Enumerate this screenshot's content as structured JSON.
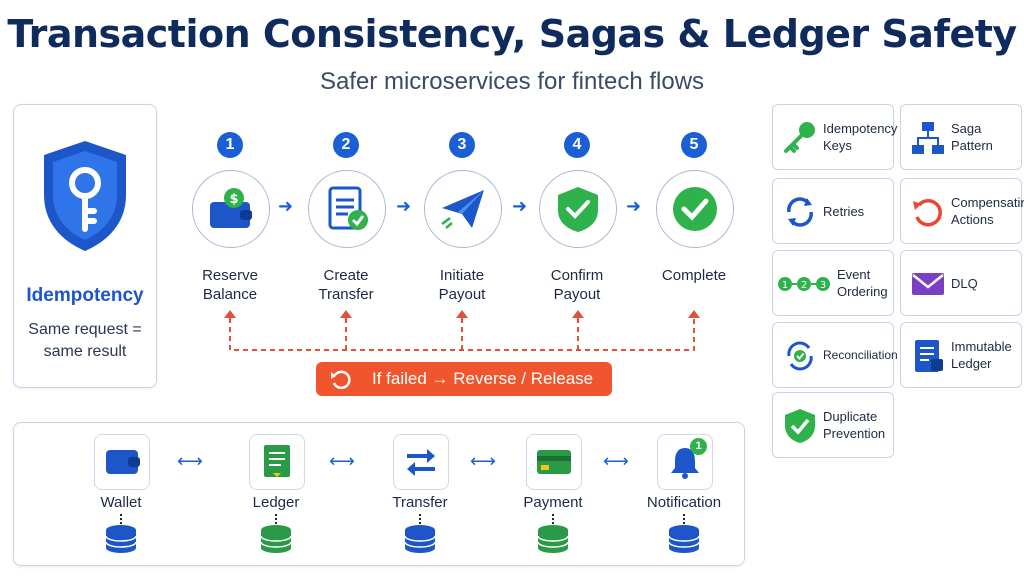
{
  "header": {
    "title": "Transaction Consistency, Sagas & Ledger Safety",
    "subtitle": "Safer microservices for fintech flows"
  },
  "idempotency": {
    "title": "Idempotency",
    "desc_line1": "Same request =",
    "desc_line2": "same result",
    "icon": "shield-key-icon"
  },
  "steps": [
    {
      "num": "1",
      "line1": "Reserve",
      "line2": "Balance",
      "icon": "wallet-icon"
    },
    {
      "num": "2",
      "line1": "Create",
      "line2": "Transfer",
      "icon": "document-check-icon"
    },
    {
      "num": "3",
      "line1": "Initiate",
      "line2": "Payout",
      "icon": "paper-plane-icon"
    },
    {
      "num": "4",
      "line1": "Confirm",
      "line2": "Payout",
      "icon": "shield-check-icon"
    },
    {
      "num": "5",
      "line1": "Complete",
      "line2": "",
      "icon": "check-circle-icon"
    }
  ],
  "fail_banner": "If failed → Reverse / Release",
  "tiles": [
    {
      "line1": "Idempotency",
      "line2": "Keys",
      "icon": "key-icon"
    },
    {
      "line1": "Saga",
      "line2": "Pattern",
      "icon": "flowchart-icon"
    },
    {
      "line1": "Retries",
      "line2": "",
      "icon": "retry-icon"
    },
    {
      "line1": "Compensating",
      "line2": "Actions",
      "icon": "undo-icon"
    },
    {
      "line1": "Event",
      "line2": "Ordering",
      "icon": "ordering-icon"
    },
    {
      "line1": "DLQ",
      "line2": "",
      "icon": "envelope-icon"
    },
    {
      "line1": "Reconciliation",
      "line2": "",
      "icon": "reconciliation-icon"
    },
    {
      "line1": "Immutable",
      "line2": "Ledger",
      "icon": "ledger-book-icon"
    },
    {
      "line1": "Duplicate",
      "line2": "Prevention",
      "icon": "shield-check-icon"
    }
  ],
  "services": [
    {
      "label": "Wallet",
      "icon": "wallet-icon"
    },
    {
      "label": "Ledger",
      "icon": "ledger-icon"
    },
    {
      "label": "Transfer",
      "icon": "transfer-arrows-icon"
    },
    {
      "label": "Payment",
      "icon": "card-icon"
    },
    {
      "label": "Notification",
      "icon": "bell-icon",
      "badge": "1"
    }
  ],
  "colors": {
    "title": "#0f2a5c",
    "accent_blue": "#1a5fd6",
    "success_green": "#2fb24c",
    "fail_orange": "#f0552d",
    "db_blue": "#1d56c9",
    "db_green": "#2a9a47"
  }
}
